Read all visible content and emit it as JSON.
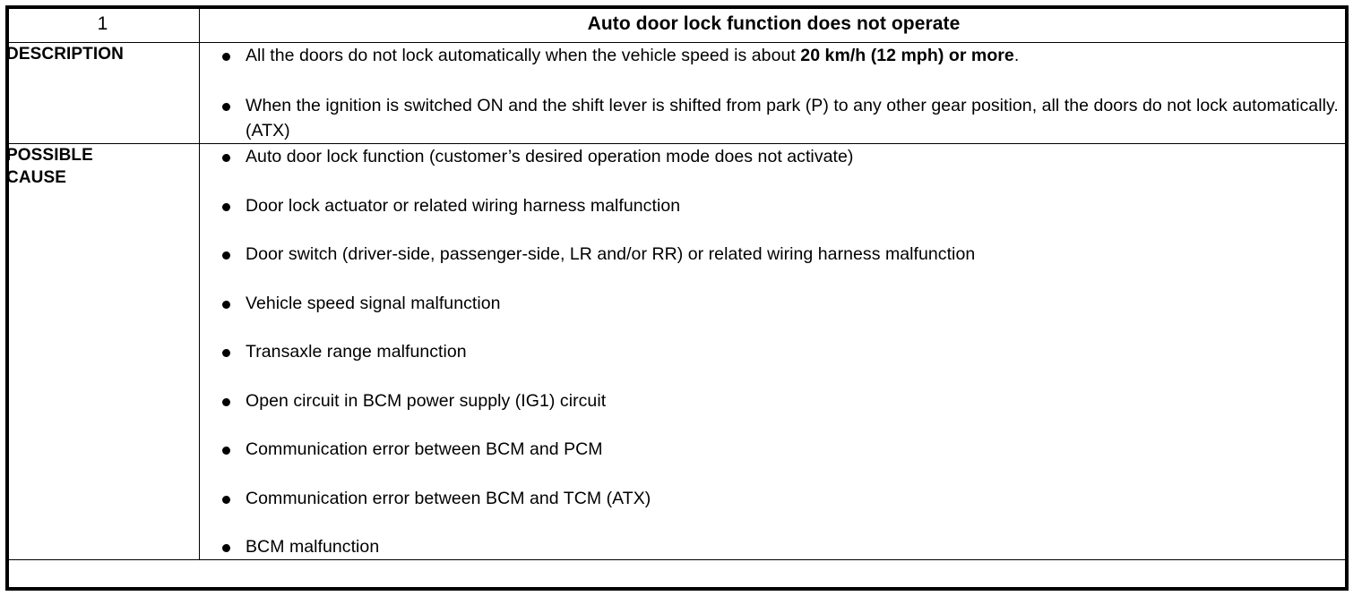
{
  "table": {
    "header": {
      "number": "1",
      "title": "Auto door lock function does not operate"
    },
    "rows": [
      {
        "label": "DESCRIPTION",
        "items": [
          {
            "segments": [
              {
                "text": "All the doors do not lock automatically when the vehicle speed is about ",
                "bold": false
              },
              {
                "text": "20 km/h (12 mph) or more",
                "bold": true
              },
              {
                "text": ".",
                "bold": false
              }
            ]
          },
          {
            "segments": [
              {
                "text": "When the ignition is switched ON and the shift lever is shifted from park (P) to any other gear position, all the doors do not lock automatically. (ATX)",
                "bold": false
              }
            ]
          }
        ]
      },
      {
        "label": "POSSIBLE CAUSE",
        "label_line1": "POSSIBLE",
        "label_line2": "CAUSE",
        "items": [
          {
            "segments": [
              {
                "text": "Auto door lock function (customer’s desired operation mode does not activate)",
                "bold": false
              }
            ]
          },
          {
            "segments": [
              {
                "text": "Door lock actuator or related wiring harness malfunction",
                "bold": false
              }
            ]
          },
          {
            "segments": [
              {
                "text": "Door switch (driver-side, passenger-side, LR and/or RR) or related wiring harness malfunction",
                "bold": false
              }
            ]
          },
          {
            "segments": [
              {
                "text": "Vehicle speed signal malfunction",
                "bold": false
              }
            ]
          },
          {
            "segments": [
              {
                "text": "Transaxle range malfunction",
                "bold": false
              }
            ]
          },
          {
            "segments": [
              {
                "text": "Open circuit in BCM power supply (IG1) circuit",
                "bold": false
              }
            ]
          },
          {
            "segments": [
              {
                "text": "Communication error between BCM and PCM",
                "bold": false
              }
            ]
          },
          {
            "segments": [
              {
                "text": "Communication error between BCM and TCM (ATX)",
                "bold": false
              }
            ]
          },
          {
            "segments": [
              {
                "text": "BCM malfunction",
                "bold": false
              }
            ]
          }
        ]
      }
    ]
  },
  "colors": {
    "text": "#000000",
    "border": "#000000",
    "background": "#ffffff"
  }
}
